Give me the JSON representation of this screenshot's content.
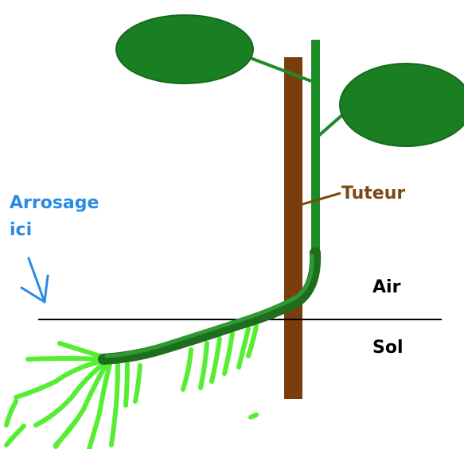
{
  "labels": {
    "watering_line1": "Arrosage",
    "watering_line2": "ici",
    "stake": "Tuteur",
    "air": "Air",
    "soil": "Sol"
  },
  "colors": {
    "background": "#ffffff",
    "leaf": "#1a7f22",
    "stem": "#1c8c27",
    "stake": "#7a3e0e",
    "main_root": "#1e6e1e",
    "fine_roots": "#55ee33",
    "ground_line": "#000000",
    "watering_text": "#2a8ae6",
    "stake_label": "#7a4a12",
    "air_soil_text": "#000000"
  }
}
